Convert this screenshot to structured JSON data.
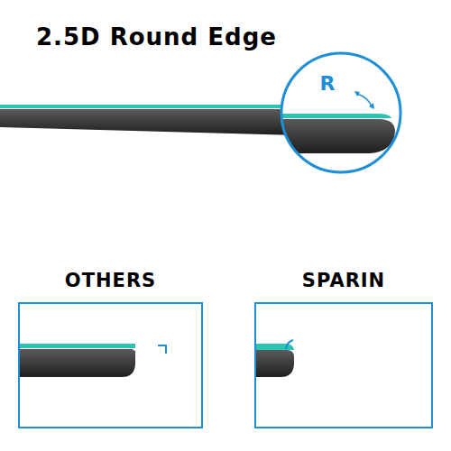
{
  "diagram": {
    "title": "2.5D Round Edge",
    "nodes": [
      {
        "text": [
          "R"
        ]
      },
      {
        "text": [
          "OTHERS"
        ]
      },
      {
        "text": [
          "SPARIN"
        ]
      }
    ]
  }
}
